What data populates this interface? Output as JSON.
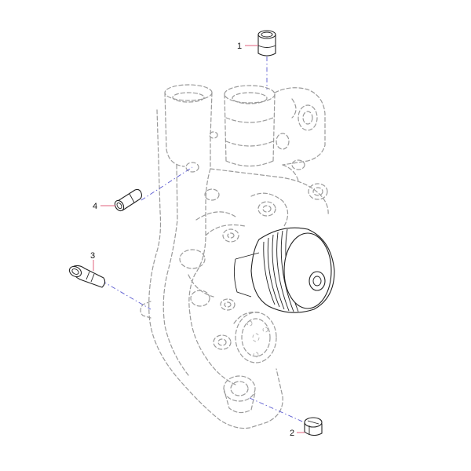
{
  "colors": {
    "ghost_outline": "#9a9a9a",
    "part_outline": "#222222",
    "leader_line": "#e0607e",
    "centerline": "#5a5ad0",
    "background": "#ffffff"
  },
  "callouts": [
    {
      "id": "1",
      "part": "sleeve"
    },
    {
      "id": "2",
      "part": "plug"
    },
    {
      "id": "3",
      "part": "pipe"
    },
    {
      "id": "4",
      "part": "pipe"
    }
  ]
}
